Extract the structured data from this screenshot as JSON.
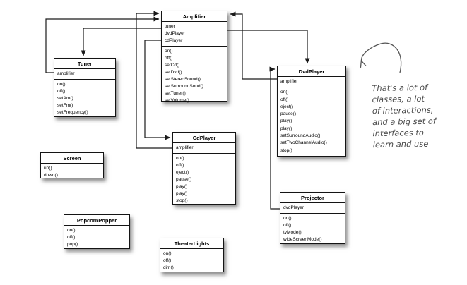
{
  "diagram_type": "uml-class-diagram",
  "classes": [
    {
      "id": "amplifier",
      "name": "Amplifier",
      "attributes": [
        "tuner",
        "dvdPlayer",
        "cdPlayer"
      ],
      "methods": [
        "on()",
        "off()",
        "setCd()",
        "setDvd()",
        "setStereoSound()",
        "setSurroundSoud()",
        "setTuner()",
        "setVolume()"
      ]
    },
    {
      "id": "tuner",
      "name": "Tuner",
      "attributes": [
        "amplifier"
      ],
      "methods": [
        "on()",
        "off()",
        "setAm()",
        "setFm()",
        "setFrequency()"
      ]
    },
    {
      "id": "cdplayer",
      "name": "CdPlayer",
      "attributes": [
        "amplifier"
      ],
      "methods": [
        "on()",
        "off()",
        "eject()",
        "pause()",
        "play()",
        "play()",
        "stop()"
      ]
    },
    {
      "id": "dvdplayer",
      "name": "DvdPlayer",
      "attributes": [
        "amplifier"
      ],
      "methods": [
        "on()",
        "off()",
        "eject()",
        "pause()",
        "play()",
        "play()",
        "setSurroundAudio()",
        "setTwoChannelAudio()",
        "stop()"
      ]
    },
    {
      "id": "screen",
      "name": "Screen",
      "attributes": [],
      "methods": [
        "up()",
        "down()"
      ]
    },
    {
      "id": "popcornpopper",
      "name": "PopcornPopper",
      "attributes": [],
      "methods": [
        "on()",
        "off()",
        "pop()"
      ]
    },
    {
      "id": "theaterlights",
      "name": "TheaterLights",
      "attributes": [],
      "methods": [
        "on()",
        "off()",
        "dim()"
      ]
    },
    {
      "id": "projector",
      "name": "Projector",
      "attributes": [
        "dvdPlayer"
      ],
      "methods": [
        "on()",
        "off()",
        "tvMode()",
        "wideScreenMode()"
      ]
    }
  ],
  "relationships": [
    {
      "id": "tuner-amplifier",
      "from": "Tuner",
      "to": "Amplifier"
    },
    {
      "id": "amplifier-tuner",
      "from": "Amplifier",
      "to": "Tuner"
    },
    {
      "id": "cdplayer-amplifier",
      "from": "CdPlayer",
      "to": "Amplifier"
    },
    {
      "id": "amplifier-cdplayer",
      "from": "Amplifier",
      "to": "CdPlayer"
    },
    {
      "id": "amplifier-dvdplayer",
      "from": "Amplifier",
      "to": "DvdPlayer"
    },
    {
      "id": "dvdplayer-amplifier",
      "from": "DvdPlayer",
      "to": "Amplifier"
    },
    {
      "id": "projector-dvdplayer",
      "from": "Projector",
      "to": "DvdPlayer"
    }
  ],
  "note": {
    "lines": [
      "That's a lot of",
      "classes, a lot",
      "of interactions,",
      "and a big set of",
      "interfaces to",
      "learn and use"
    ]
  },
  "colors": {
    "line": "#1a1a1a",
    "box_bg": "#ffffff",
    "box_border": "#141414",
    "note_ink": "#4a4a4a",
    "sketch_arrow": "#555555"
  }
}
